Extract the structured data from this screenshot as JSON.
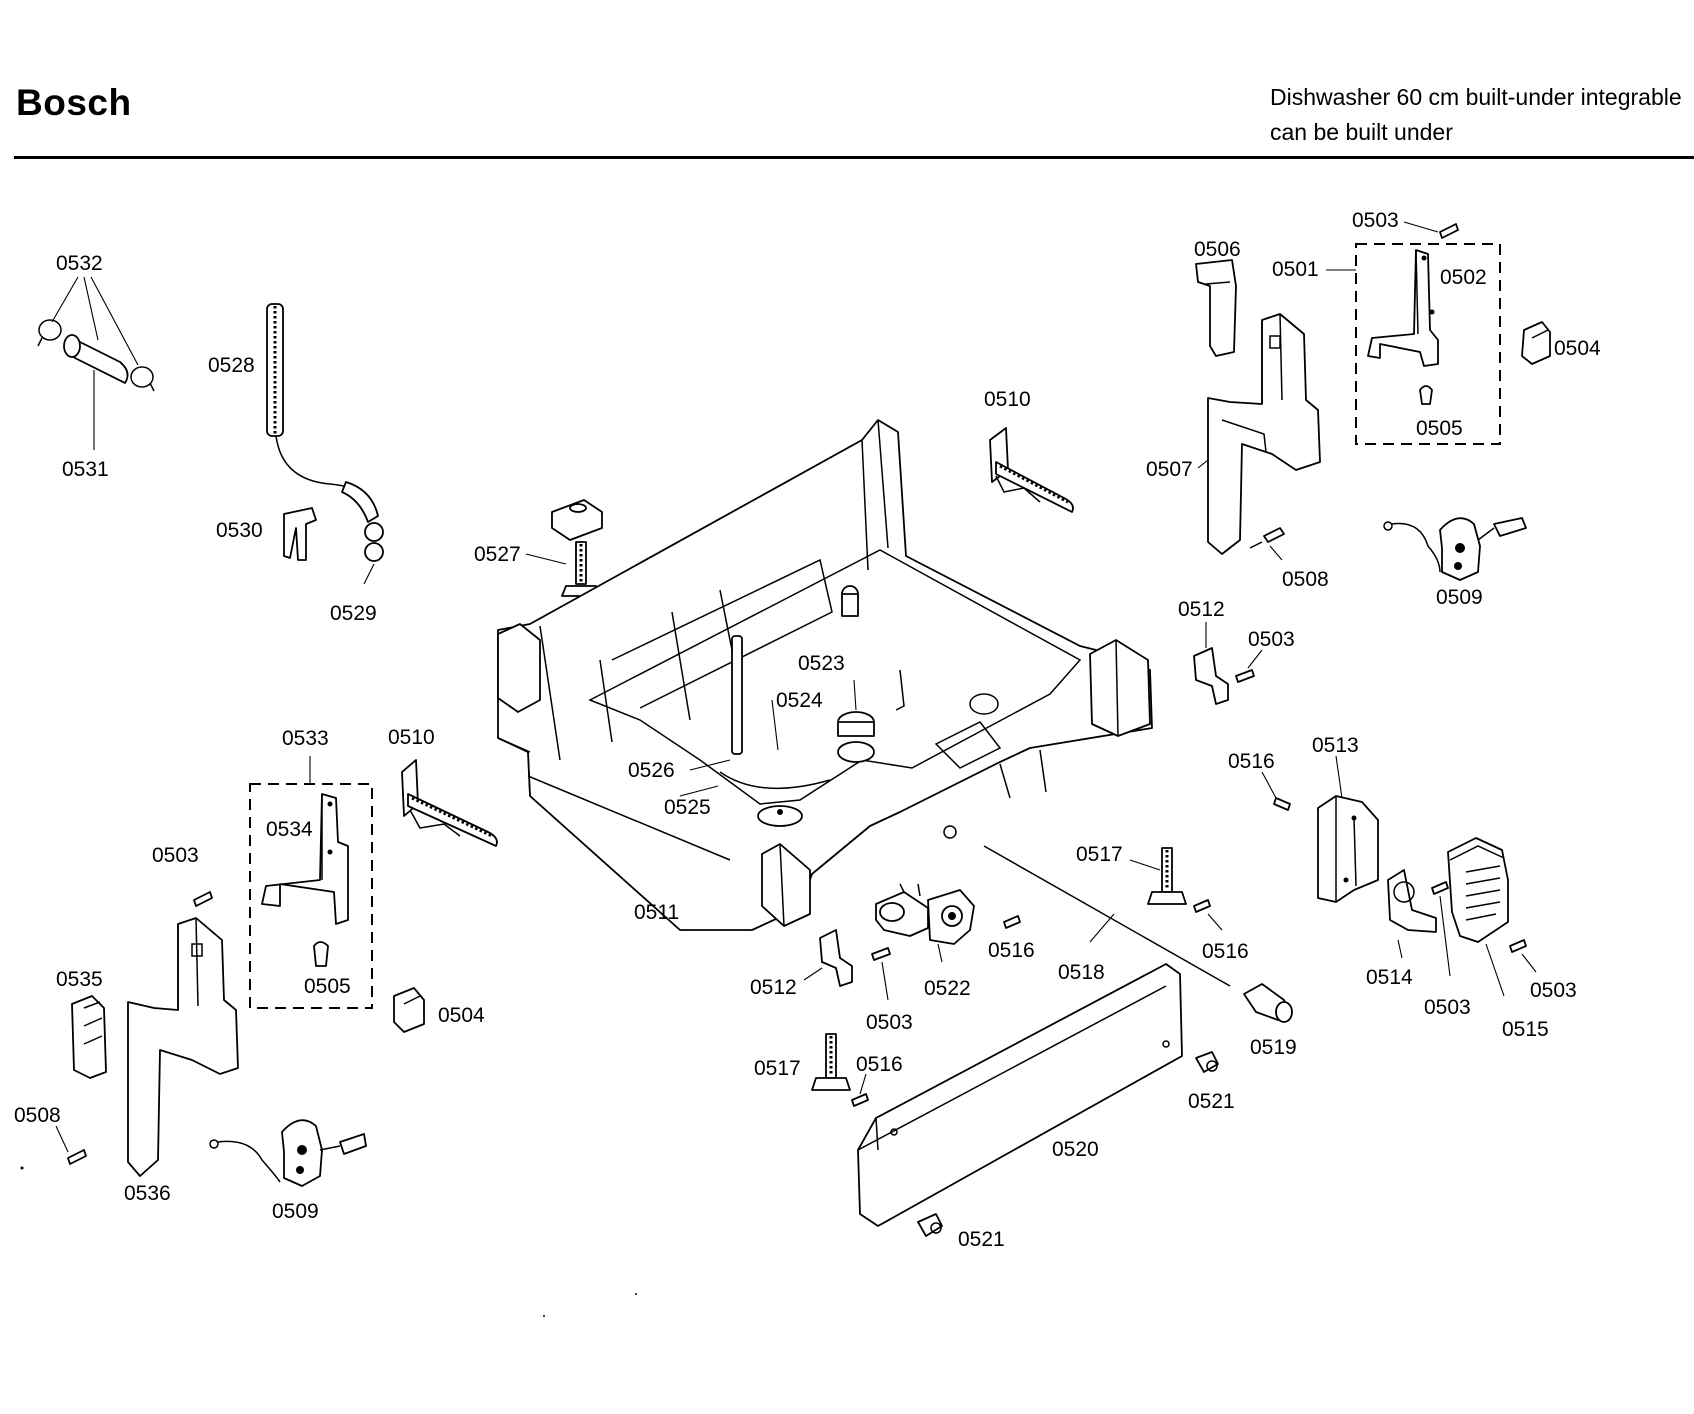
{
  "header": {
    "brand": "Bosch",
    "subtitle_line1": "Dishwasher 60 cm built-under integrable",
    "subtitle_line2": "can be built under"
  },
  "callouts": {
    "c0532": "0532",
    "c0531": "0531",
    "c0528": "0528",
    "c0530": "0530",
    "c0529": "0529",
    "c0527": "0527",
    "c0510a": "0510",
    "c0510b": "0510",
    "c0506": "0506",
    "c0501": "0501",
    "c0503a": "0503",
    "c0502": "0502",
    "c0504a": "0504",
    "c0505a": "0505",
    "c0507": "0507",
    "c0508a": "0508",
    "c0509a": "0509",
    "c0512a": "0512",
    "c0503b": "0503",
    "c0523": "0523",
    "c0524": "0524",
    "c0526": "0526",
    "c0525": "0525",
    "c0533": "0533",
    "c0534": "0534",
    "c0503c": "0503",
    "c0535": "0535",
    "c0505b": "0505",
    "c0504b": "0504",
    "c0511": "0511",
    "c0508b": "0508",
    "c0536": "0536",
    "c0509b": "0509",
    "c0512b": "0512",
    "c0503d": "0503",
    "c0522": "0522",
    "c0516a": "0516",
    "c0518": "0518",
    "c0517a": "0517",
    "c0516b": "0516",
    "c0516c": "0516",
    "c0513": "0513",
    "c0514": "0514",
    "c0503e": "0503",
    "c0503f": "0503",
    "c0515": "0515",
    "c0519": "0519",
    "c0517b": "0517",
    "c0516d": "0516",
    "c0521a": "0521",
    "c0520": "0520",
    "c0521b": "0521"
  }
}
